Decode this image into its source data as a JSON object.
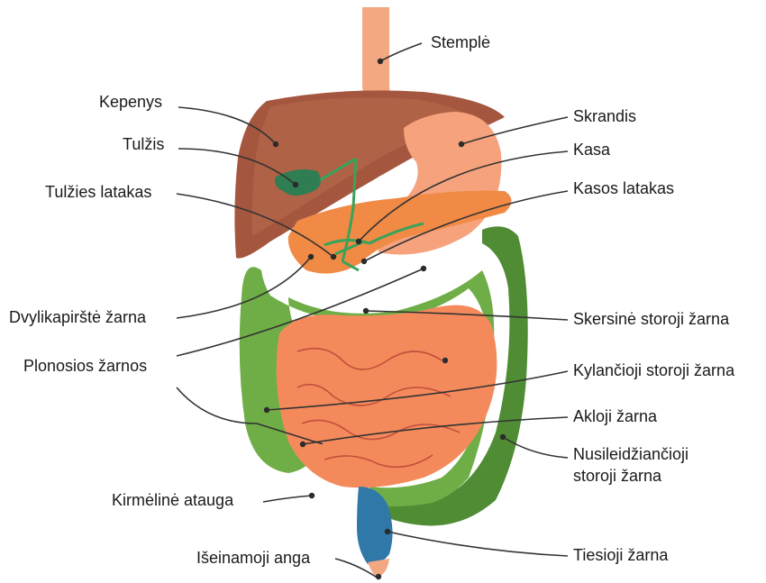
{
  "labels": {
    "stemple": "Stemplė",
    "kepenys": "Kepenys",
    "skrandis": "Skrandis",
    "tulzis": "Tulžis",
    "kasa": "Kasa",
    "tulzies_latakas": "Tulžies latakas",
    "kasos_latakas": "Kasos latakas",
    "dvylikapirste": "Dvylikapirštė žarna",
    "skersine": "Skersinė storoji žarna",
    "plonosios": "Plonosios žarnos",
    "kylancioji": "Kylančioji storoji žarna",
    "akloji": "Akloji žarna",
    "nusileidz_1": "Nusileidžiančioji",
    "nusileidz_2": "storoji žarna",
    "kirmeline": "Kirmėlinė atauga",
    "iseinamoji": "Išeinamoji anga",
    "tiesioji": "Tiesioji žarna"
  },
  "colors": {
    "esophagus": "#f4a882",
    "liver": "#a4573e",
    "liver_light": "#c07a5b",
    "stomach": "#f6a27d",
    "pancreas": "#f08a45",
    "gallbladder": "#2f7d52",
    "ducts": "#39a35a",
    "colon": "#6fae46",
    "colon_dark": "#4f8c34",
    "small_intestine": "#f48a5c",
    "small_intestine_lines": "#c0503a",
    "rectum": "#2f78a8"
  }
}
